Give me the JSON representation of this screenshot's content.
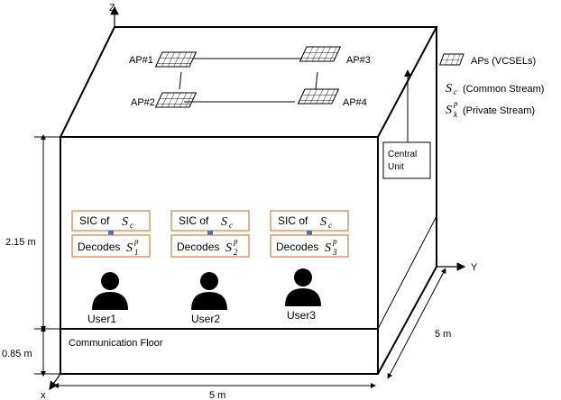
{
  "axes": {
    "z": "Z",
    "y": "Y",
    "x": "x"
  },
  "aps": [
    {
      "label": "AP#1"
    },
    {
      "label": "AP#2"
    },
    {
      "label": "AP#3"
    },
    {
      "label": "AP#4"
    }
  ],
  "legend": {
    "aps": "APs (VCSELs)",
    "common_symbol": "S",
    "common_sub": "c",
    "common_text": "(Common Stream)",
    "private_symbol": "S",
    "private_sup": "p",
    "private_sub": "k",
    "private_text": "(Private Stream)"
  },
  "central_unit": {
    "line1": "Central",
    "line2": "Unit"
  },
  "dimensions": {
    "height_upper": "2.15 m",
    "height_lower": "0.85 m",
    "width": "5 m",
    "depth": "5 m"
  },
  "floor_label": "Communication Floor",
  "sic": {
    "prefix": "SIC of",
    "symbol": "S",
    "sub": "c"
  },
  "decodes": {
    "prefix": "Decodes",
    "symbol": "S",
    "sup": "p"
  },
  "users": [
    {
      "name": "User1",
      "index": "1"
    },
    {
      "name": "User2",
      "index": "2"
    },
    {
      "name": "User3",
      "index": "3"
    }
  ],
  "colors": {
    "box_border": "#e07b39",
    "arrow": "#4472c4",
    "line": "#000000"
  }
}
